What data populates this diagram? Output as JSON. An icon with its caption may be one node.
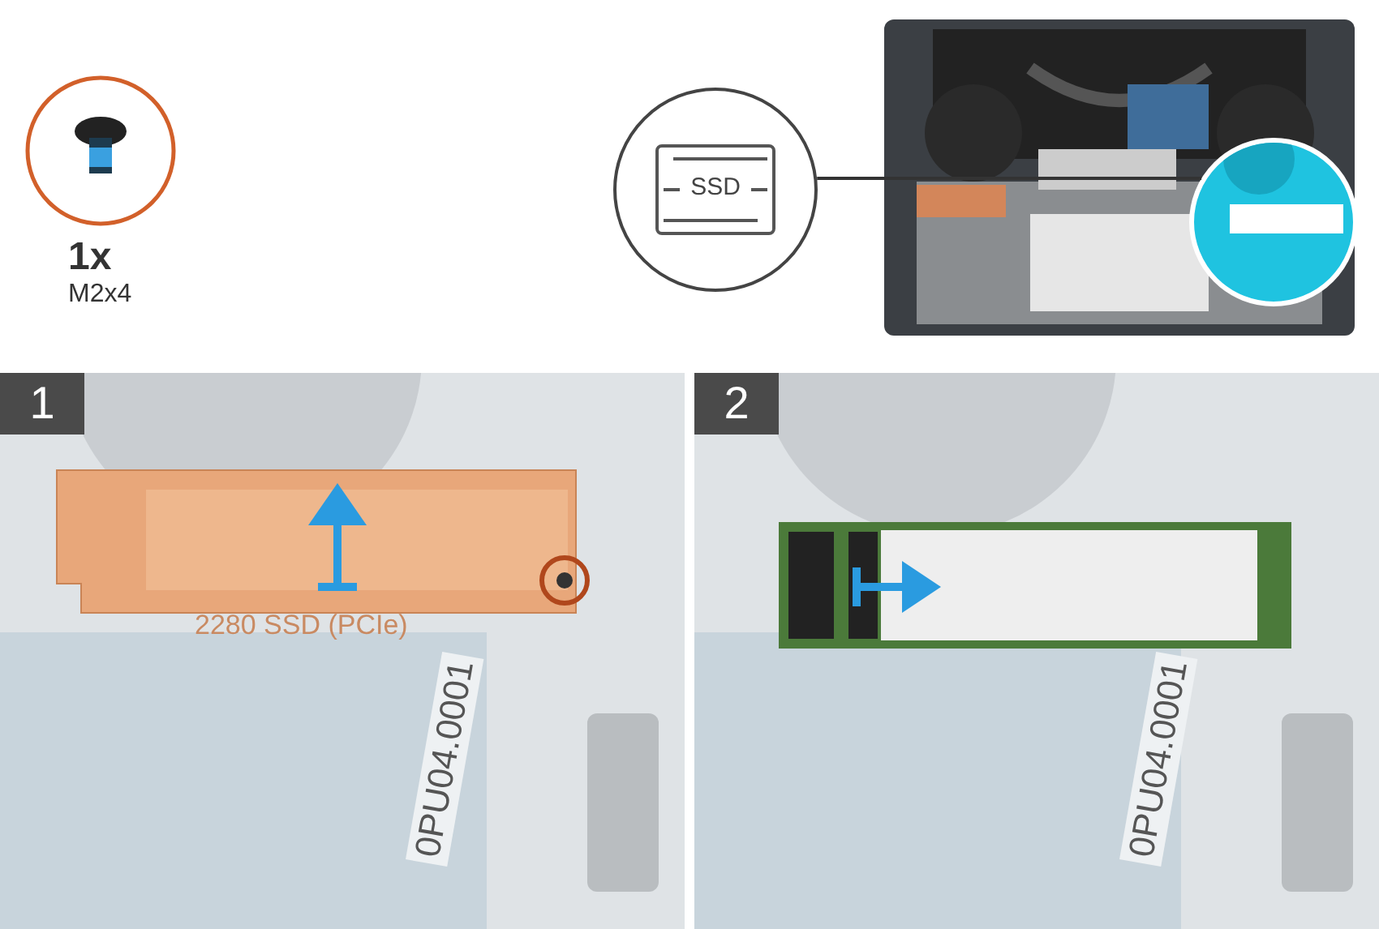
{
  "diagram": {
    "nodes": [
      {
        "text": [
          "1x",
          "M2x4"
        ]
      },
      {
        "text": [
          "SSD"
        ]
      },
      {
        "text": [],
        "shape": "picture"
      },
      {
        "text": [],
        "shape": "circle",
        "in": 2
      },
      {
        "text": [
          "1"
        ]
      },
      {
        "text": [
          "2"
        ]
      }
    ],
    "edges": [
      {
        "from": 1,
        "to": 3,
        "arrow": "none"
      }
    ],
    "labels": [
      "2280 SSD (PCIe)",
      "0PU04.0001",
      "0PU04.0001"
    ]
  }
}
